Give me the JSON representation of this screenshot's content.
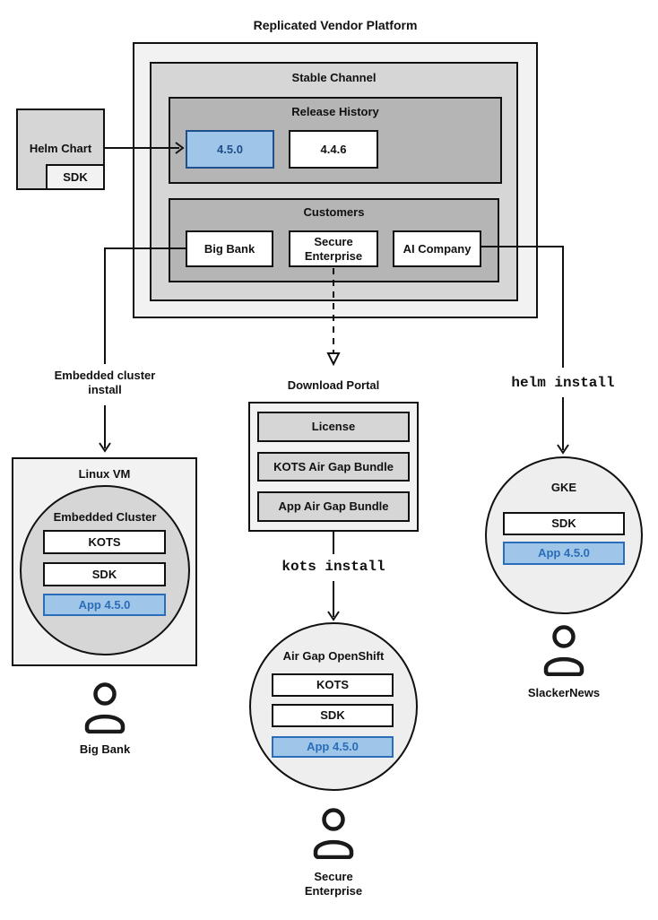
{
  "title": "Replicated Vendor Platform",
  "colors": {
    "box_light": "#f2f2f2",
    "box_mid": "#d6d6d6",
    "box_dark": "#b5b5b5",
    "circle_light": "#eeeeee",
    "highlight_fill": "#9fc5e8",
    "highlight_border": "#2a6db8",
    "release_highlight_border": "#1f4e8c"
  },
  "platform": {
    "stable_channel_title": "Stable Channel",
    "release_history_title": "Release History",
    "releases": [
      "4.5.0",
      "4.4.6"
    ],
    "customers_title": "Customers",
    "customers": [
      "Big Bank",
      "Secure Enterprise",
      "AI Company"
    ]
  },
  "helm_chart": {
    "label": "Helm Chart",
    "sdk": "SDK"
  },
  "left_flow": {
    "edge_label": "Embedded cluster install",
    "vm_title": "Linux VM",
    "cluster_title": "Embedded Cluster",
    "components": [
      "KOTS",
      "SDK",
      "App 4.5.0"
    ],
    "persona": "Big Bank"
  },
  "center_flow": {
    "portal_title": "Download Portal",
    "portal_items": [
      "License",
      "KOTS Air Gap Bundle",
      "App Air Gap Bundle"
    ],
    "command": "kots install",
    "cluster_title": "Air Gap OpenShift",
    "components": [
      "KOTS",
      "SDK",
      "App 4.5.0"
    ],
    "persona": "Secure Enterprise"
  },
  "right_flow": {
    "command": "helm install",
    "cluster_title": "GKE",
    "components": [
      "SDK",
      "App 4.5.0"
    ],
    "persona": "SlackerNews"
  }
}
